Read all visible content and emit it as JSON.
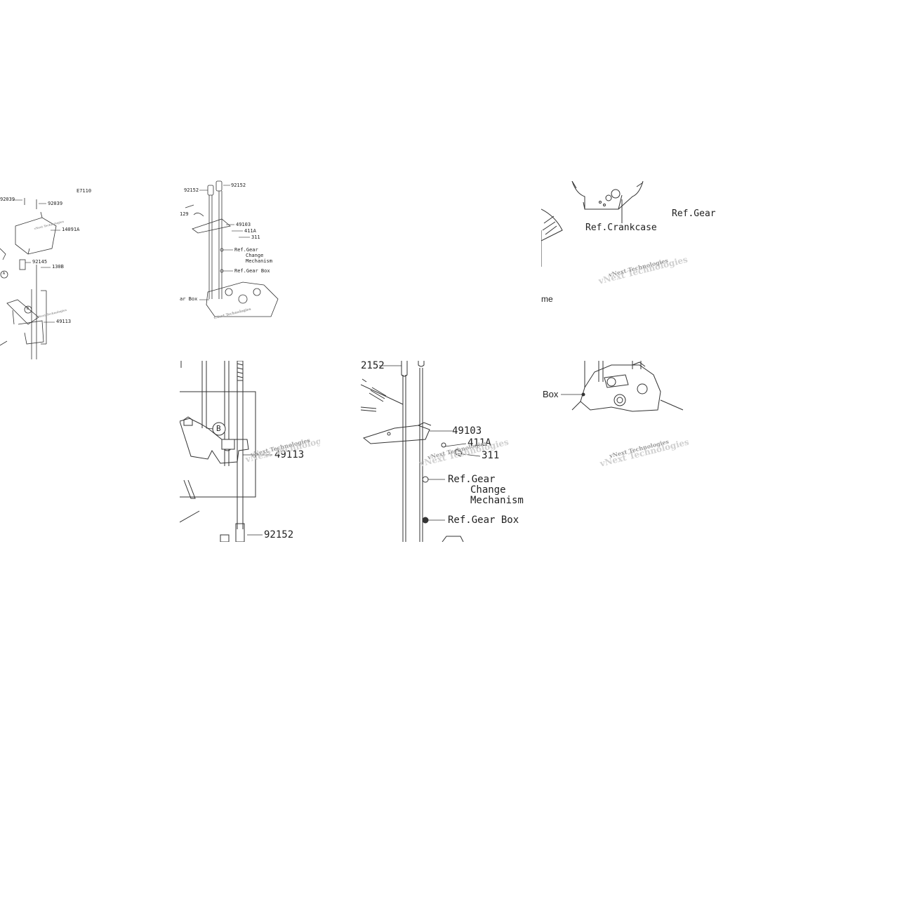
{
  "watermark": "vNext Technologies",
  "tile_a": {
    "code": "E7110",
    "labels": [
      "92039",
      "92039",
      "14091A",
      "92145",
      "130B",
      "49113"
    ],
    "markers": [
      "A",
      "B"
    ]
  },
  "tile_b": {
    "labels": [
      "92152",
      "92152",
      "129",
      "49103",
      "411A",
      "311"
    ],
    "ref_gear_change": [
      "Ref.Gear",
      "Change",
      "Mechanism"
    ],
    "ref_gear_box": "Ref.Gear Box",
    "ref_gear_box_cut": "ar Box"
  },
  "tile_c": {
    "ref_crankcase": "Ref.Crankcase",
    "ref_gear": "Ref.Gear",
    "frame_cut": "me"
  },
  "tile_d": {
    "part_49113": "49113",
    "part_92152": "92152",
    "marker_b": "B"
  },
  "tile_e": {
    "part_92152_cut": "2152",
    "part_49103": "49103",
    "part_411A": "411A",
    "part_311": "311",
    "ref_gear_change": [
      "Ref.Gear",
      "Change",
      "Mechanism"
    ],
    "ref_gear_box": "Ref.Gear Box"
  },
  "tile_f": {
    "box_cut": "Box"
  }
}
